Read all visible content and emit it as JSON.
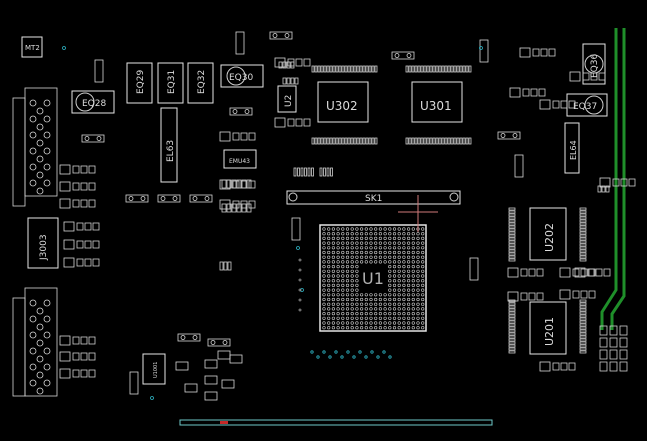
{
  "colors": {
    "background": "#000000",
    "silkscreen": "#e6e6e6",
    "pad": "#cfcfcf",
    "trace_green": "#1f8f2a",
    "cyan_via": "#2fb7c7",
    "cursor": "#d07a7a",
    "connector_edge": "#6ec9c9",
    "marker_red": "#c62828"
  },
  "labels": {
    "mt2": "MT2",
    "eq28": "EQ28",
    "eq29": "EQ29",
    "eq31": "EQ31",
    "eq32": "EQ32",
    "eq30": "EQ30",
    "el63": "EL63",
    "emu43": "EMU43",
    "j3003": "J3003",
    "u2": "U2",
    "u302": "U302",
    "u301": "U301",
    "sk1": "SK1",
    "u1": "U1",
    "eq36": "EQ36",
    "eq37": "EQ37",
    "el64": "EL64",
    "u202": "U202",
    "u201": "U201",
    "u1001": "U1001"
  }
}
